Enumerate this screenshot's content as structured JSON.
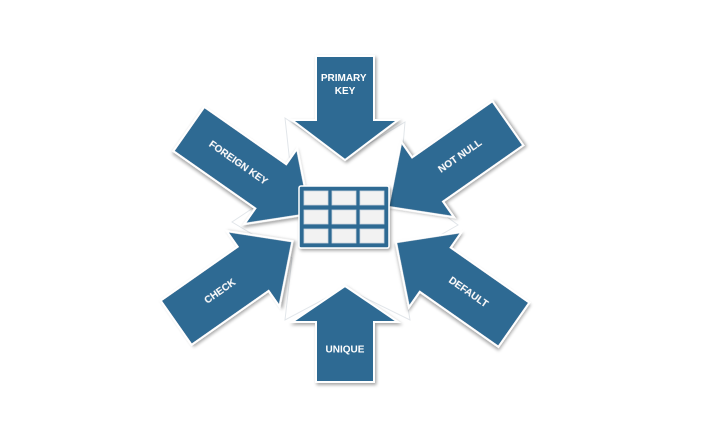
{
  "diagram": {
    "center": {
      "icon": "table-grid-icon"
    },
    "arrows": [
      {
        "id": "primary-key",
        "label_lines": [
          "PRIMARY",
          "KEY"
        ]
      },
      {
        "id": "not-null",
        "label_lines": [
          "NOT NULL"
        ]
      },
      {
        "id": "default",
        "label_lines": [
          "DEFAULT"
        ]
      },
      {
        "id": "unique",
        "label_lines": [
          "UNIQUE"
        ]
      },
      {
        "id": "check",
        "label_lines": [
          "CHECK"
        ]
      },
      {
        "id": "foreign-key",
        "label_lines": [
          "FOREIGN KEY"
        ]
      }
    ],
    "colors": {
      "arrow_fill": "#2f6b93",
      "background": "#ffffff",
      "cell_fill": "#f2f2f2"
    }
  }
}
